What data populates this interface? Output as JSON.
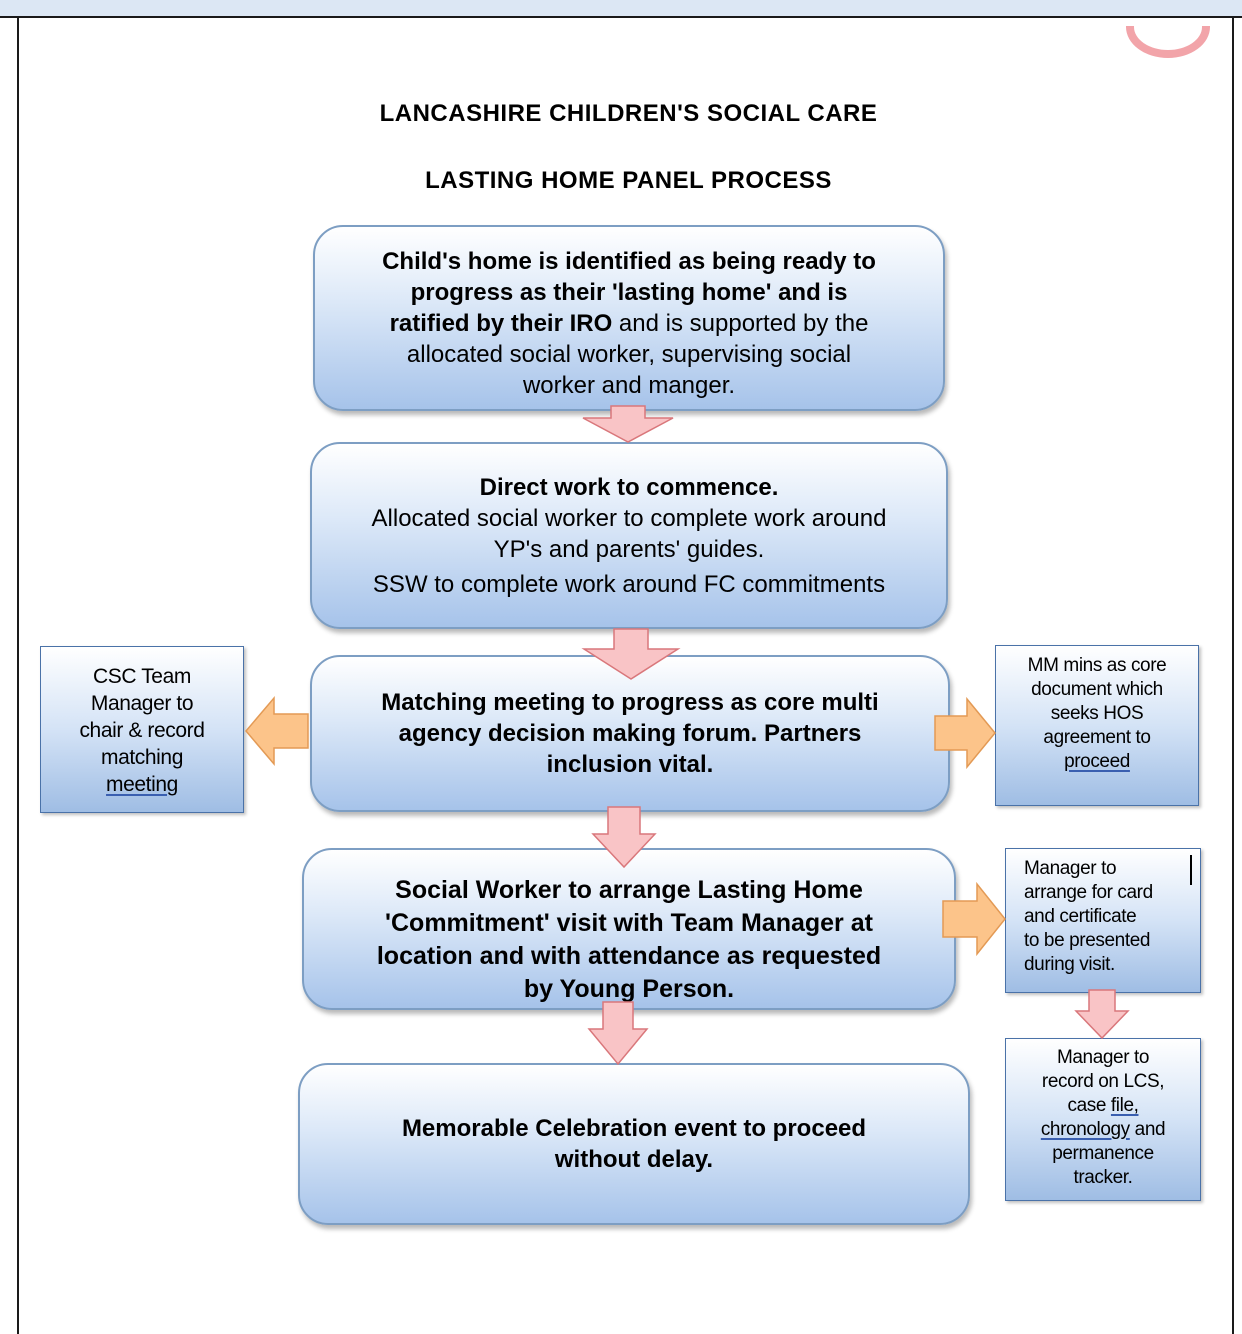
{
  "title": {
    "line1": "LANCASHIRE CHILDREN'S SOCIAL CARE",
    "line2": "LASTING HOME PANEL PROCESS"
  },
  "steps": {
    "step1": {
      "line1": "Child's home is identified as being ready to",
      "line2": "progress as their 'lasting home' and is",
      "line3_bold": "ratified by their IRO",
      "line3_rest": " and is supported by the",
      "line4": "allocated social worker, supervising social",
      "line5": "worker and manger."
    },
    "step2": {
      "heading": "Direct work to commence.",
      "line2": "Allocated social worker to complete work around",
      "line3": "YP's and parents' guides.",
      "line4": "SSW to complete work around FC commitments"
    },
    "step3": {
      "line1": "Matching meeting to progress as core multi",
      "line2": "agency decision making forum. Partners",
      "line3": "inclusion vital."
    },
    "step4": {
      "line1": "Social Worker to arrange Lasting Home",
      "line2": "'Commitment' visit with Team Manager at",
      "line3": "location and with attendance as requested",
      "line4": "by Young Person."
    },
    "step5": {
      "line1": "Memorable Celebration event to proceed",
      "line2": "without delay."
    }
  },
  "side_notes": {
    "csc": {
      "line1": "CSC Team",
      "line2": "Manager to",
      "line3": "chair & record",
      "line4": "matching",
      "line5": "meeting"
    },
    "mm": {
      "line1": "MM mins as core",
      "line2": "document which",
      "line3": "seeks HOS",
      "line4": "agreement to",
      "line5": "proceed"
    },
    "card": {
      "line1": "Manager to",
      "line2": "arrange for card",
      "line3": "and certificate",
      "line4": "to be presented",
      "line5": "during visit."
    },
    "record": {
      "line1": "Manager to",
      "line2": "record on LCS,",
      "line3a": "case ",
      "line3b": "file,",
      "line4a": "chronology",
      "line4b": " and",
      "line5": "permanence",
      "line6": "tracker."
    }
  },
  "colors": {
    "box_border": "#7d9ec3",
    "down_arrow_fill": "#f9c4c6",
    "down_arrow_stroke": "#d9777b",
    "side_arrow_fill": "#fcc48a",
    "side_arrow_stroke": "#e39a55",
    "logo": "#f2a4a9"
  }
}
